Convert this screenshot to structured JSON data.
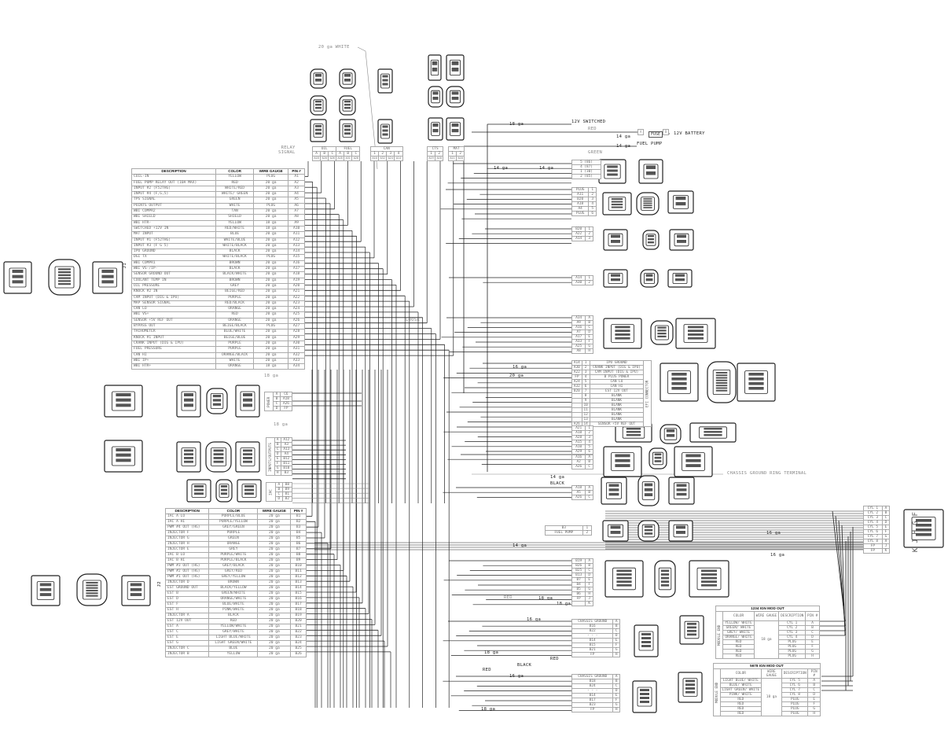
{
  "labels": {
    "wire_20ga_white": "20 ga WHITE",
    "relay_signal": "RELAY\nSIGNAL",
    "ga18_top": "18 ga",
    "switched_12v": "12V SWITCHED",
    "red_top": "RED",
    "ga14_a": "14 ga",
    "fuse": "FUSE",
    "fuse_a": "A",
    "fuse_b": "B",
    "battery": "12V BATTERY",
    "ga14_b": "14 ga",
    "fuel_pump": "FUEL PUMP",
    "green": "GREEN",
    "ga14_c": "14 ga",
    "ga14_d": "14 ga",
    "loose": "LOOSE",
    "ga16_a": "16 ga",
    "ga20_a": "20 ga",
    "ga18_power_top": "18 ga",
    "ga18_power_bot": "18 ga",
    "chassis_ring": "CHASSIS GROUND RING TERMINAL",
    "ga14_e": "14 ga",
    "black_a": "BLACK",
    "ga14_f": "14 ga",
    "ga16_b": "16 ga",
    "ga16_c": "16 ga",
    "red_b": "RED",
    "ga18_b": "18 ga",
    "ga18_c": "18 ga",
    "ga16_d": "16 ga",
    "ga18_d": "18 ga",
    "red_c": "RED",
    "black_b": "BLACK",
    "red_d": "RED",
    "ga16_e": "16 ga",
    "ga18_e": "18 ga",
    "j1": "J1",
    "j2": "J2",
    "kjhgf": "K J H G F"
  },
  "j1": {
    "headers": [
      "DESCRIPTION",
      "COLOR",
      "WIRE GAUGE",
      "PIN #"
    ],
    "rows": [
      [
        "COIL-IN",
        "YELLOW",
        "PLUG",
        "A1"
      ],
      [
        "FUEL PUMP RELAY OUT (10A MAX)",
        "RED",
        "20 ga",
        "A2"
      ],
      [
        "INPUT #2 (F52THG)",
        "WHITE/RED",
        "20 ga",
        "A3"
      ],
      [
        "INPUT #4 (F,G,5)",
        "WHITE/ GREEN",
        "20 ga",
        "A4"
      ],
      [
        "TPS SIGNAL",
        "GREEN",
        "20 ga",
        "A5"
      ],
      [
        "POINTS OUTPUT",
        "WHITE",
        "PLUG",
        "A6"
      ],
      [
        "WBI COMPR2",
        "TAN",
        "20 ga",
        "A7"
      ],
      [
        "WBI SHIELD",
        "SHIELD",
        "20 ga",
        "A8"
      ],
      [
        "WBI HTR-",
        "YELLOW",
        "18 ga",
        "A9"
      ],
      [
        "SWITCHED +12V IN",
        "RED/WHITE",
        "18 ga",
        "A10"
      ],
      [
        "MAT INPUT",
        "BLUE",
        "20 ga",
        "A11"
      ],
      [
        "INPUT #1 (F52THG)",
        "WHITE/BLUE",
        "20 ga",
        "A12"
      ],
      [
        "INPUT #3 (F G 5)",
        "WHITE/BLACK",
        "20 ga",
        "A13"
      ],
      [
        "IPU GROUND",
        "BLACK",
        "20 ga",
        "A14"
      ],
      [
        "DGI TX",
        "WHITE/BLACK",
        "PLUG",
        "A15"
      ],
      [
        "WBI COMPR1",
        "BROWN",
        "20 ga",
        "A16"
      ],
      [
        "WBI VS-/IP-",
        "BLACK",
        "20 ga",
        "A17"
      ],
      [
        "SENSOR GROUND OUT",
        "BLACK/WHITE",
        "20 ga",
        "A18"
      ],
      [
        "COOLANT TEMP IN",
        "BROWN",
        "20 ga",
        "A19"
      ],
      [
        "OIL PRESSURE",
        "GREY",
        "20 ga",
        "A20"
      ],
      [
        "KNOCK #2 IN",
        "BEIGE/RED",
        "20 ga",
        "A21"
      ],
      [
        "CAM INPUT (DIG & IPU)",
        "PURPLE",
        "20 ga",
        "A22"
      ],
      [
        "MAP SENSOR SIGNAL",
        "RED/BLACK",
        "20 ga",
        "A23"
      ],
      [
        "CAN LO",
        "ORANGE",
        "20 ga",
        "A24"
      ],
      [
        "WBI VS+",
        "RED",
        "20 ga",
        "A25"
      ],
      [
        "SENSOR +5V REF OUT",
        "ORANGE",
        "20 ga",
        "A26"
      ],
      [
        "BYPASS OUT",
        "BEIGE/BLACK",
        "PLUG",
        "A27"
      ],
      [
        "TACHOMETER",
        "BLUE/WHITE",
        "20 ga",
        "A28"
      ],
      [
        "KNOCK #1 INPUT",
        "BEIGE/BLUE",
        "20 ga",
        "A29"
      ],
      [
        "CRANK INPUT (DIG & IPU)",
        "PURPLE",
        "20 ga",
        "A30"
      ],
      [
        "FUEL PRESSURE",
        "PURPLE",
        "20 ga",
        "A31"
      ],
      [
        "CAN HI",
        "ORANGE/BLACK",
        "20 ga",
        "A32"
      ],
      [
        "WBI IP+",
        "WHITE",
        "20 ga",
        "A33"
      ],
      [
        "WBI HTR+",
        "ORANGE",
        "18 ga",
        "A34"
      ]
    ]
  },
  "j2": {
    "headers": [
      "DESCRIPTION",
      "COLOR",
      "WIRE GAUGE",
      "PIN #"
    ],
    "rows": [
      [
        "IAC A LO",
        "PURPLE/BLUE",
        "20 ga",
        "B1"
      ],
      [
        "IAC A HI",
        "PURPLE/YELLOW",
        "20 ga",
        "B2"
      ],
      [
        "PWM #4 OUT (HG)",
        "GREY/GREEN",
        "20 ga",
        "B3"
      ],
      [
        "INJECTOR F",
        "PURPLE",
        "20 ga",
        "B4"
      ],
      [
        "INJECTOR G",
        "GREEN",
        "20 ga",
        "B5"
      ],
      [
        "INJECTOR H",
        "ORANGE",
        "20 ga",
        "B6"
      ],
      [
        "INJECTOR E",
        "GREY",
        "20 ga",
        "B7"
      ],
      [
        "IAC B LO",
        "PURPLE/WHITE",
        "20 ga",
        "B8"
      ],
      [
        "IAC B HI",
        "PURPLE/BLACK",
        "20 ga",
        "B9"
      ],
      [
        "PWM #3 OUT (HG)",
        "GREY/BLACK",
        "20 ga",
        "B10"
      ],
      [
        "PWM #2 OUT (HG)",
        "GREY/RED",
        "20 ga",
        "B11"
      ],
      [
        "PWM #1 OUT (HG)",
        "GREY/YELLOW",
        "20 ga",
        "B12"
      ],
      [
        "INJECTOR D",
        "BROWN",
        "20 ga",
        "B13"
      ],
      [
        "EST GROUND OUT",
        "BLACK/YELLOW",
        "20 ga",
        "B14"
      ],
      [
        "EST B",
        "GREEN/WHITE",
        "20 ga",
        "B15"
      ],
      [
        "EST D",
        "ORANGE/WHITE",
        "20 ga",
        "B16"
      ],
      [
        "EST F",
        "BLUE/WHITE",
        "20 ga",
        "B17"
      ],
      [
        "EST H",
        "PINK/WHITE",
        "20 ga",
        "B18"
      ],
      [
        "INJECTOR A",
        "BLACK",
        "20 ga",
        "B19"
      ],
      [
        "EST 12V OUT",
        "RED",
        "20 ga",
        "B20"
      ],
      [
        "EST A",
        "YELLOW/WHITE",
        "20 ga",
        "B21"
      ],
      [
        "EST C",
        "GREY/WHITE",
        "20 ga",
        "B22"
      ],
      [
        "EST E",
        "LIGHT BLUE/WHITE",
        "20 ga",
        "B23"
      ],
      [
        "EST G",
        "LIGHT GREEN/WHITE",
        "20 ga",
        "B24"
      ],
      [
        "INJECTOR C",
        "BLUE",
        "20 ga",
        "B25"
      ],
      [
        "INJECTOR B",
        "YELLOW",
        "20 ga",
        "B26"
      ]
    ]
  },
  "top_connectors": {
    "oil": {
      "title": "OIL",
      "pins": [
        "A",
        "B",
        "C"
      ],
      "wires": [
        "A18",
        "A20",
        "A26"
      ]
    },
    "fuel": {
      "title": "FUEL",
      "pins": [
        "A",
        "B",
        "C"
      ],
      "wires": [
        "A18",
        "A31",
        "A26"
      ]
    },
    "can": {
      "title": "CAN",
      "pins": [
        "1",
        "2",
        "3",
        "4"
      ],
      "wires": [
        "A10",
        "A32",
        "A24",
        "A14"
      ]
    },
    "cts": {
      "title": "CTS",
      "pins": [
        "1",
        "2"
      ],
      "wires": [
        "A19",
        "A18"
      ]
    },
    "mat": {
      "title": "MAT",
      "pins": [
        "1",
        "2"
      ],
      "wires": [
        "A11",
        "A18"
      ]
    }
  },
  "blocks": {
    "relay": {
      "rows": [
        [
          "5 (86)"
        ],
        [
          "4 (87)"
        ],
        [
          "1 (30)"
        ],
        [
          "2 (85)"
        ]
      ]
    },
    "tps": {
      "rows": [
        [
          "PLUG",
          "1"
        ],
        [
          "A11",
          "2"
        ],
        [
          "B20",
          "3"
        ],
        [
          "A18",
          "4"
        ],
        [
          "A4",
          "5"
        ],
        [
          "PLUG",
          "6"
        ]
      ]
    },
    "cam": {
      "rows": [
        [
          "B20",
          "1"
        ],
        [
          "A22",
          "2"
        ],
        [
          "A14",
          "3"
        ]
      ]
    },
    "crank": {
      "rows": [
        [
          "A14",
          "1"
        ],
        [
          "A30",
          "2"
        ]
      ]
    },
    "wbo": {
      "rows": [
        [
          "A34",
          "A"
        ],
        [
          "A9",
          "B"
        ],
        [
          "A16",
          "C"
        ],
        [
          "A7",
          "D"
        ],
        [
          "A17",
          "E"
        ],
        [
          "A33",
          "F"
        ],
        [
          "A25",
          "G"
        ],
        [
          "A8",
          "H"
        ]
      ]
    },
    "power": {
      "side": "POWER",
      "rows": [
        [
          "A",
          "C6"
        ],
        [
          "B",
          "A18"
        ],
        [
          "C",
          "A26"
        ],
        [
          "D",
          "FP"
        ]
      ]
    },
    "io": {
      "side": "INPUTS/OUTPUTS",
      "rows": [
        [
          "A",
          "A12"
        ],
        [
          "B",
          "A3"
        ],
        [
          "C",
          "A13"
        ],
        [
          "D",
          "A4"
        ],
        [
          "E",
          "B12"
        ],
        [
          "F",
          "B11"
        ],
        [
          "G",
          "B10"
        ],
        [
          "H",
          "B3"
        ]
      ]
    },
    "iac": {
      "side": "IAC",
      "rows": [
        [
          "A",
          "B8"
        ],
        [
          "B",
          "B9"
        ],
        [
          "C",
          "B1"
        ],
        [
          "D",
          "B2"
        ]
      ]
    },
    "map": {
      "rows": [
        [
          "A21",
          "1"
        ],
        [
          "A18",
          "2"
        ],
        [
          "A28",
          "3"
        ],
        [
          "A15",
          "4"
        ],
        [
          "A10",
          "5"
        ],
        [
          "A29",
          "6"
        ]
      ]
    },
    "fuelp": {
      "rows": [
        [
          "A16",
          "A"
        ],
        [
          "A2",
          "B"
        ],
        [
          "A26",
          "C"
        ]
      ]
    },
    "ground3": {
      "rows": [
        [
          "A18",
          "A"
        ],
        [
          "A5",
          "B"
        ],
        [
          "A26",
          "C"
        ]
      ]
    },
    "fuelpump": {
      "rows": [
        [
          "B3",
          "1"
        ],
        [
          "FUEL PUMP",
          "2"
        ]
      ]
    },
    "inj": {
      "rows": [
        [
          "B19",
          "A"
        ],
        [
          "B26",
          "B"
        ],
        [
          "B25",
          "C"
        ],
        [
          "B13",
          "D"
        ],
        [
          "B7",
          "E"
        ],
        [
          "B4",
          "F"
        ],
        [
          "B5",
          "G"
        ],
        [
          "B6",
          "H"
        ],
        [
          "FP",
          "J"
        ],
        [
          "",
          "K"
        ]
      ]
    },
    "cg1": {
      "rows": [
        [
          "CHASSIS GROUND",
          "A"
        ],
        [
          "B16",
          "B"
        ],
        [
          "B22",
          "C"
        ],
        [
          "- - -",
          "D"
        ],
        [
          "B14",
          "E"
        ],
        [
          "B15",
          "F"
        ],
        [
          "B21",
          "G"
        ],
        [
          "FP",
          "H"
        ]
      ]
    },
    "cg2": {
      "rows": [
        [
          "CHASSIS GROUND",
          "A"
        ],
        [
          "B18",
          "B"
        ],
        [
          "B24",
          "C"
        ],
        [
          "- - -",
          "D"
        ],
        [
          "B14",
          "E"
        ],
        [
          "B17",
          "F"
        ],
        [
          "B23",
          "G"
        ],
        [
          "FP",
          "H"
        ]
      ]
    },
    "cyl": {
      "rows": [
        [
          "CYL 1",
          "A"
        ],
        [
          "CYL 2",
          "B"
        ],
        [
          "CYL 3",
          "C"
        ],
        [
          "CYL 4",
          "D"
        ],
        [
          "CYL 5",
          "E"
        ],
        [
          "CYL 6",
          "F"
        ],
        [
          "CYL 7",
          "G"
        ],
        [
          "CYL 8",
          "H"
        ],
        [
          "FP",
          "J"
        ],
        [
          "FP",
          "K"
        ]
      ]
    }
  },
  "efi": {
    "side": "EFI CONNECTOR",
    "rows": [
      [
        "A14",
        "1",
        "IPU GROUND"
      ],
      [
        "A30",
        "2",
        "CRANK INPUT (DIG & IPU)"
      ],
      [
        "A22",
        "3",
        "CAM INPUT (DIG & IPU)"
      ],
      [
        "FP",
        "4",
        "B PLUS POWER"
      ],
      [
        "A24",
        "5",
        "CAN LO"
      ],
      [
        "A32",
        "6",
        "CAN HI"
      ],
      [
        "B20",
        "7",
        "EST 12V OUT"
      ],
      [
        "",
        "8",
        "BLANK"
      ],
      [
        "",
        "9",
        "BLANK"
      ],
      [
        "",
        "10",
        "BLANK"
      ],
      [
        "",
        "11",
        "BLANK"
      ],
      [
        "",
        "12",
        "BLANK"
      ],
      [
        "",
        "13",
        "BLANK"
      ],
      [
        "A26",
        "14",
        "SENSOR +5V REF OUT"
      ]
    ]
  },
  "ign1": {
    "title": "1234 IGN MOD OUT",
    "side": "MODULE END",
    "headers": [
      "COLOR",
      "WIRE GAUGE",
      "DESCRIPTION",
      "PIN #"
    ],
    "gauge": "18 ga",
    "rows": [
      [
        "YELLOW/ WHITE",
        "CYL 1",
        "A"
      ],
      [
        "GREEN/ WHITE",
        "CYL 2",
        "B"
      ],
      [
        "GREY/ WHITE",
        "CYL 3",
        "C"
      ],
      [
        "ORANGE/ WHITE",
        "CYL 4",
        "D"
      ],
      [
        "RED",
        "PLUG",
        "E"
      ],
      [
        "RED",
        "PLUG",
        "F"
      ],
      [
        "RED",
        "PLUG",
        "G"
      ],
      [
        "RED",
        "PLUG",
        "H"
      ]
    ]
  },
  "ign2": {
    "title": "5678 IGN MOD OUT",
    "side": "MODULE END",
    "headers": [
      "COLOR",
      "WIRE GAUGE",
      "DESCRIPTION",
      "PIN #"
    ],
    "gauge": "18 ga",
    "rows": [
      [
        "LIGHT BLUE/ WHITE",
        "CYL 5",
        "A"
      ],
      [
        "BLUE/ WHITE",
        "CYL 6",
        "B"
      ],
      [
        "LIGHT GREEN/ WHITE",
        "CYL 7",
        "C"
      ],
      [
        "PINK/ WHITE",
        "CYL 8",
        "D"
      ],
      [
        "RED",
        "PLUG",
        "E"
      ],
      [
        "RED",
        "PLUG",
        "F"
      ],
      [
        "RED",
        "PLUG",
        "G"
      ],
      [
        "RED",
        "PLUG",
        "H"
      ]
    ]
  }
}
